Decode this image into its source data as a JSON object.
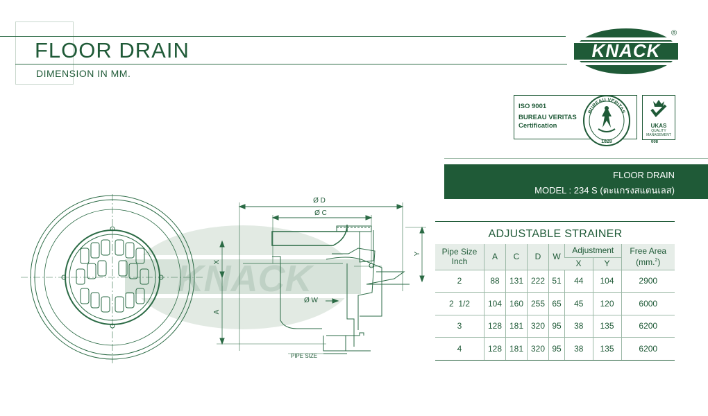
{
  "header": {
    "title": "FLOOR DRAIN",
    "subtitle": "DIMENSION IN MM."
  },
  "brand": {
    "logo_text": "KNACK",
    "registered_mark": "®"
  },
  "certification": {
    "line1": "ISO 9001",
    "line2": "BUREAU VERITAS",
    "line3": "Certification",
    "seal_text": "BUREAU VERITAS",
    "seal_year": "1828",
    "ukas_label": "UKAS",
    "ukas_sub1": "QUALITY",
    "ukas_sub2": "MANAGEMENT",
    "ukas_number": "008"
  },
  "banner": {
    "line1": "FLOOR DRAIN",
    "line2": "MODEL : 234 S (ตะแกรงสแตนเลส)"
  },
  "drawing": {
    "label_od": "Ø D",
    "label_oc": "Ø C",
    "label_ow": "Ø W",
    "label_x": "X",
    "label_y": "Y",
    "label_a": "A",
    "label_pipe": "PIPE SIZE",
    "watermark": "KNACK"
  },
  "table": {
    "title": "ADJUSTABLE  STRAINER",
    "headers": {
      "pipe_size": "Pipe  Size",
      "pipe_unit": "Inch",
      "a": "A",
      "c": "C",
      "d": "D",
      "w": "W",
      "adjustment": "Adjustment",
      "x": "X",
      "y": "Y",
      "free_area": "Free  Area",
      "free_area_unit": "(mm.",
      "free_area_sup": "2",
      "free_area_close": ")"
    },
    "rows": [
      {
        "pipe": "2",
        "a": "88",
        "c": "131",
        "d": "222",
        "w": "51",
        "x": "44",
        "y": "104",
        "area": "2900"
      },
      {
        "pipe": "2  1/2",
        "a": "104",
        "c": "160",
        "d": "255",
        "w": "65",
        "x": "45",
        "y": "120",
        "area": "6000"
      },
      {
        "pipe": "3",
        "a": "128",
        "c": "181",
        "d": "320",
        "w": "95",
        "x": "38",
        "y": "135",
        "area": "6200"
      },
      {
        "pipe": "4",
        "a": "128",
        "c": "181",
        "d": "320",
        "w": "95",
        "x": "38",
        "y": "135",
        "area": "6200"
      }
    ]
  },
  "colors": {
    "brand_green": "#1f5a37",
    "watermark_green": "#d6e3da"
  }
}
